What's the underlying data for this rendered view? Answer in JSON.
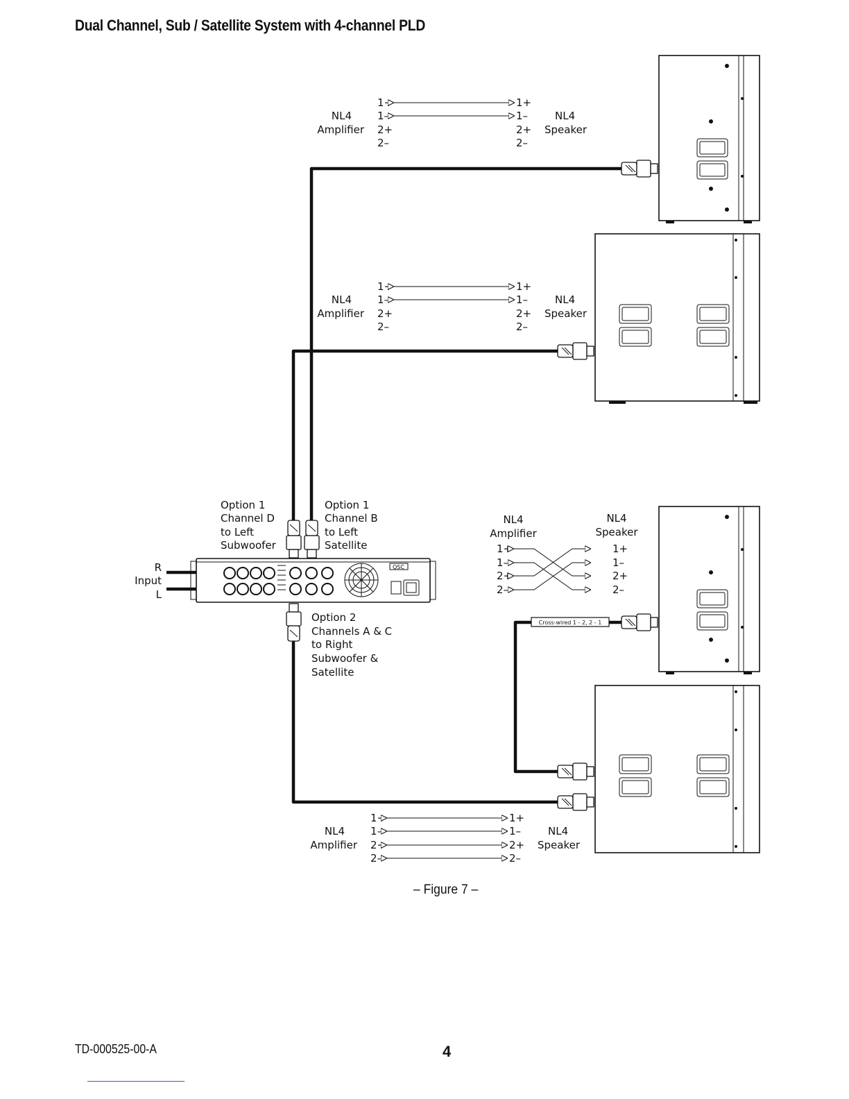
{
  "page": {
    "title": "Dual Channel, Sub / Satellite System with 4-channel PLD",
    "caption": "– Figure 7 –",
    "doc_id": "TD-000525-00-A",
    "page_number": "4",
    "accent_color": "#2b5fd1"
  },
  "nl4": {
    "amp": "NL4",
    "amp_sub": "Amplifier",
    "spk": "NL4",
    "spk_sub": "Speaker",
    "pins": [
      "1+",
      "1–",
      "2+",
      "2–"
    ]
  },
  "option1_left": [
    "Option 1",
    "Channel D",
    "to Left",
    "Subwoofer"
  ],
  "option1_right": [
    "Option 1",
    "Channel B",
    "to Left",
    "Satellite"
  ],
  "option2": [
    "Option 2",
    "Channels A & C",
    "to Right",
    "Subwoofer &",
    "Satellite"
  ],
  "inputs": {
    "r": "R",
    "label": "Input",
    "l": "L"
  },
  "crosswired_label": "Cross-wired 1 - 2, 2 - 1",
  "amp_brand": "QSC"
}
